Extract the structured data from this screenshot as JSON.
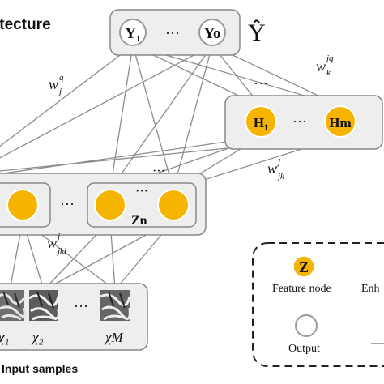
{
  "title": "itecture",
  "output_layer": {
    "nodes": [
      "Y₁",
      "Yo"
    ],
    "ellipsis": "···",
    "label": "Ŷ"
  },
  "enhancement_layer": {
    "nodes": [
      "H₁",
      "Hm"
    ],
    "ellipsis": "···"
  },
  "feature_layer": {
    "group_label": "Zn",
    "ellipsis": "···"
  },
  "weights": {
    "w_j_q": {
      "base": "w",
      "sup": "q",
      "sub": "j"
    },
    "w_k_jq": {
      "base": "w",
      "sup": "jq",
      "sub": "k"
    },
    "w_jk_j": {
      "base": "w",
      "sup": "j",
      "sub": "jk"
    },
    "w_jkl_j": {
      "base": "w",
      "sup": "j",
      "sub": "jkl"
    }
  },
  "inputs": {
    "labels": [
      "χ₁",
      "χ₂",
      "χM"
    ],
    "ellipsis": "···",
    "caption": "Input samples"
  },
  "legend": {
    "feature_symbol": "Z",
    "feature_text": "Feature node",
    "enh_text": "Enh",
    "output_text": "Output"
  },
  "colors": {
    "node_fill": "#f5b400",
    "node_stroke": "#ffffff",
    "box_fill": "#eeeeee",
    "box_stroke": "#888888",
    "line": "#8c8c8c",
    "output_node_stroke": "#9a9a9a"
  }
}
